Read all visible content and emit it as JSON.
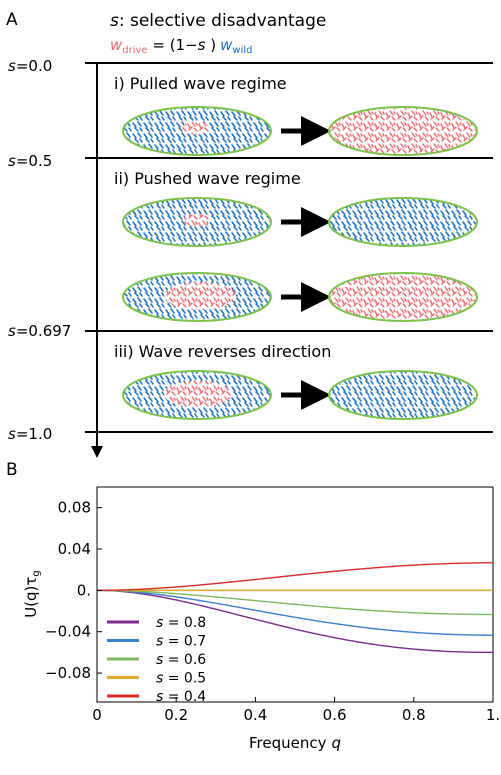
{
  "panel_a": {
    "panel_label": "A",
    "title": {
      "s_symbol": "s",
      "rest": ": selective disadvantage"
    },
    "fitness_equation": {
      "w_drive_base": "w",
      "w_drive_sub": "drive",
      "middle": " = (1−",
      "s_symbol": "s",
      "close": " )",
      "w_wild_base": "w",
      "w_wild_sub": "wild"
    },
    "s_levels": [
      {
        "s": "s",
        "value": "=0.0"
      },
      {
        "s": "s",
        "value": "=0.5"
      },
      {
        "s": "s",
        "value": "=0.697"
      },
      {
        "s": "s",
        "value": "=1.0"
      }
    ],
    "regimes": [
      {
        "label": "i) Pulled wave regime"
      },
      {
        "label": "ii) Pushed wave regime"
      },
      {
        "label": "iii) Wave reverses direction"
      }
    ],
    "colors": {
      "drive": "#f06870",
      "wild": "#1a6fc2",
      "ellipse_border": "#7cc24a"
    }
  },
  "panel_b": {
    "panel_label": "B"
  },
  "chart_data": {
    "type": "line",
    "xlabel": "Frequency",
    "xlabel_var": "q",
    "ylabel": "U(q)τ",
    "ylabel_sub": "g",
    "xlim": [
      0,
      1
    ],
    "ylim": [
      -0.108,
      0.1
    ],
    "x_ticks": [
      "0",
      "0.2",
      "0.4",
      "0.6",
      "0.8",
      "1."
    ],
    "y_ticks": [
      {
        "value": 0.08,
        "label": "0.08"
      },
      {
        "value": 0.04,
        "label": "0.04"
      },
      {
        "value": 0,
        "label": "0."
      },
      {
        "value": -0.04,
        "label": "−0.04"
      },
      {
        "value": -0.08,
        "label": "−0.08"
      }
    ],
    "legend_position": "bottom-left",
    "series": [
      {
        "name": "s = 0.8",
        "label_var": "s",
        "label_rest": " = 0.8",
        "s": 0.8,
        "color": "#7b2d8e"
      },
      {
        "name": "s = 0.7",
        "label_var": "s",
        "label_rest": " = 0.7",
        "s": 0.7,
        "color": "#3d7fcf"
      },
      {
        "name": "s = 0.6",
        "label_var": "s",
        "label_rest": " = 0.6",
        "s": 0.6,
        "color": "#7fb85f"
      },
      {
        "name": "s = 0.5",
        "label_var": "s",
        "label_rest": " = 0.5",
        "s": 0.5,
        "color": "#e0aa2e"
      },
      {
        "name": "s = 0.4",
        "label_var": "s",
        "label_rest": " = 0.4",
        "s": 0.4,
        "color": "#d42b2b"
      }
    ]
  }
}
